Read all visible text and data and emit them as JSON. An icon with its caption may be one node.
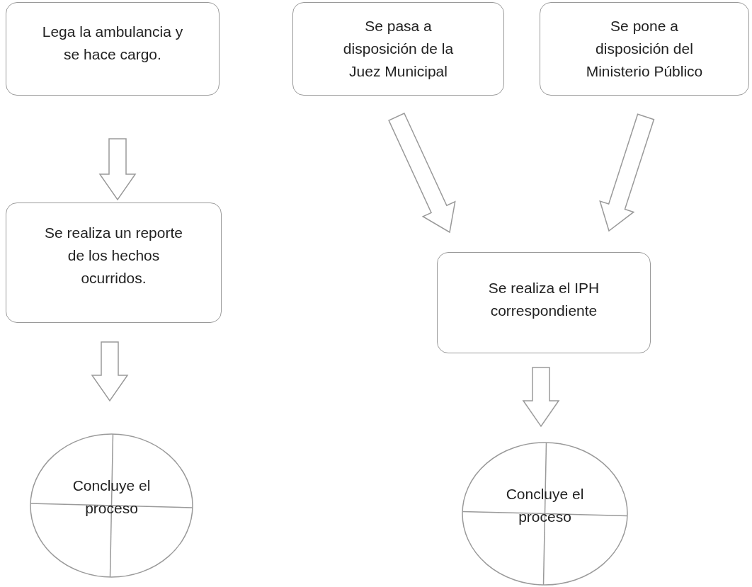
{
  "diagram": {
    "nodes": [
      {
        "text": [
          "Lega la ambulancia y se hace cargo."
        ]
      },
      {
        "text": [
          "Se pasa a disposición de la Juez Municipal"
        ]
      },
      {
        "text": [
          "Se pone a disposición del Ministerio Público"
        ]
      },
      {
        "text": [
          "Se realiza un reporte de los hechos ocurridos."
        ]
      },
      {
        "text": [
          "Se realiza el IPH correspondiente"
        ]
      },
      {
        "text": [
          "Concluye el proceso"
        ]
      },
      {
        "text": [
          "Concluye el proceso"
        ]
      }
    ],
    "edges": [
      {
        "from": 0,
        "to": 3,
        "arrow": "to"
      },
      {
        "from": 3,
        "to": 5,
        "arrow": "to"
      },
      {
        "from": 1,
        "to": 4,
        "arrow": "to"
      },
      {
        "from": 2,
        "to": 4,
        "arrow": "to"
      },
      {
        "from": 4,
        "to": 6,
        "arrow": "to"
      }
    ]
  }
}
